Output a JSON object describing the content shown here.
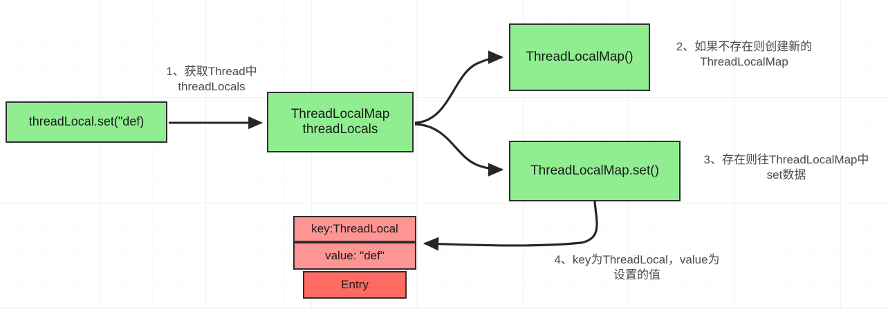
{
  "diagram": {
    "title": "ThreadLocal set flow",
    "colors": {
      "node_green": "#90ee90",
      "entry_row_pink": "#ff9494",
      "entry_label_red": "#ff6b63",
      "border": "#2e2e2e",
      "edge": "#262626",
      "note_text": "#4a4a4a",
      "grid_minor": "#fafafa",
      "grid_major": "#f2f2f2",
      "background": "#ffffff"
    },
    "nodes": {
      "threadlocal_set": "threadLocal.set(\"def)",
      "threadlocalmap_threadlocals": "ThreadLocalMap\nthreadLocals",
      "threadlocalmap_ctor": "ThreadLocalMap()",
      "threadlocalmap_set": "ThreadLocalMap.set()",
      "entry_key": "key:ThreadLocal",
      "entry_value": "value: \"def\"",
      "entry_label": "Entry"
    },
    "notes": {
      "note_1": "1、获取Thread中\nthreadLocals",
      "note_2": "2、如果不存在则创建新的\nThreadLocalMap",
      "note_3": "3、存在则往ThreadLocalMap中\nset数据",
      "note_4": "4、key为ThreadLocal，value为\n设置的值"
    },
    "edges": [
      {
        "from": "threadlocal_set",
        "to": "threadlocalmap_threadlocals",
        "style": "straight",
        "label": "note_1"
      },
      {
        "from": "threadlocalmap_threadlocals",
        "to": "threadlocalmap_ctor",
        "style": "curve-up",
        "label": "note_2"
      },
      {
        "from": "threadlocalmap_threadlocals",
        "to": "threadlocalmap_set",
        "style": "curve-down",
        "label": "note_3"
      },
      {
        "from": "threadlocalmap_set",
        "to": "entry_value",
        "style": "curve-down-left",
        "label": "note_4"
      }
    ]
  }
}
